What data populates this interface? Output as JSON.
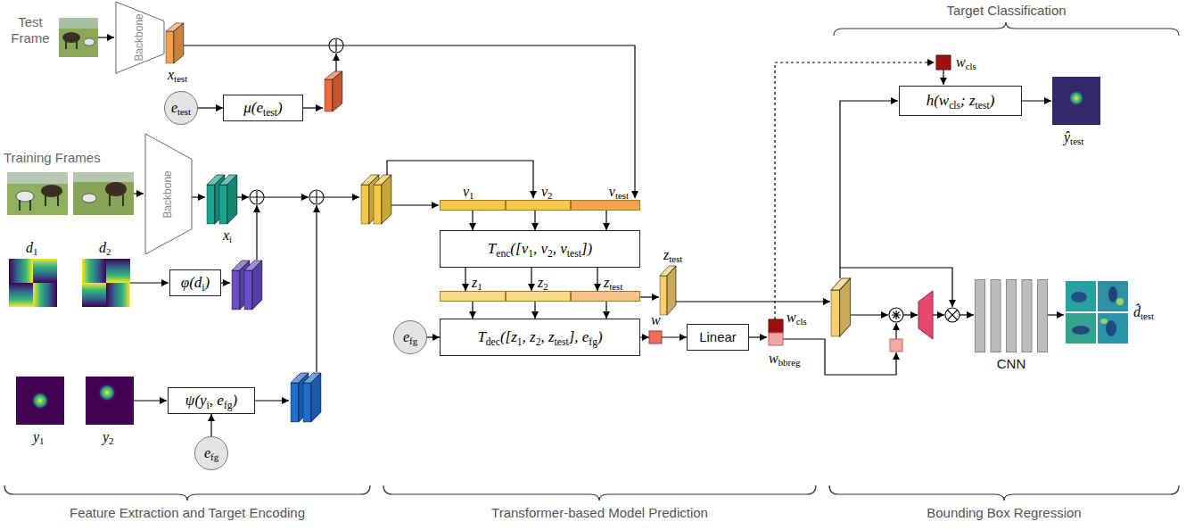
{
  "diagram": {
    "nodes": [
      {
        "text": [
          "Backbone"
        ]
      },
      {
        "text": [
          "Backbone"
        ]
      },
      {
        "text": [
          "etest"
        ]
      },
      {
        "text": [
          "μ(etest)"
        ]
      },
      {
        "text": [
          "φ(di)"
        ]
      },
      {
        "text": [
          "ψ(yi, efg)"
        ]
      },
      {
        "text": [
          "efg"
        ]
      },
      {
        "text": [
          "v1"
        ]
      },
      {
        "text": [
          "v2"
        ]
      },
      {
        "text": [
          "vtest"
        ]
      },
      {
        "text": [
          "Tenc([v1, v2, vtest])"
        ]
      },
      {
        "text": [
          "z1"
        ]
      },
      {
        "text": [
          "z2"
        ]
      },
      {
        "text": [
          "ztest"
        ]
      },
      {
        "text": [
          "efg"
        ]
      },
      {
        "text": [
          "Tdec([z1, z2, ztest], efg)"
        ]
      },
      {
        "text": [
          "Linear"
        ]
      },
      {
        "text": [
          "h(wcls; ztest)"
        ]
      },
      {
        "text": [
          "CNN"
        ]
      }
    ],
    "edges": [
      {
        "from": 2,
        "to": 3,
        "arrow": "to"
      },
      {
        "from": 6,
        "to": 5,
        "arrow": "to"
      },
      {
        "from": 7,
        "to": 10,
        "arrow": "to"
      },
      {
        "from": 8,
        "to": 10,
        "arrow": "to"
      },
      {
        "from": 9,
        "to": 10,
        "arrow": "to"
      },
      {
        "from": 10,
        "to": 11,
        "arrow": "to"
      },
      {
        "from": 10,
        "to": 12,
        "arrow": "to"
      },
      {
        "from": 10,
        "to": 13,
        "arrow": "to"
      },
      {
        "from": 11,
        "to": 15,
        "arrow": "to"
      },
      {
        "from": 12,
        "to": 15,
        "arrow": "to"
      },
      {
        "from": 13,
        "to": 15,
        "arrow": "to"
      },
      {
        "from": 14,
        "to": 15,
        "arrow": "to"
      },
      {
        "from": 15,
        "to": 16,
        "arrow": "to"
      }
    ],
    "labels": [
      "Test Frame",
      "xtest",
      "Training Frames",
      "xi",
      "d1",
      "d2",
      "y1",
      "y2",
      "ztest",
      "w",
      "wcls",
      "wbbreg",
      "wcls",
      "ŷtest",
      "d̂test",
      "Target Classification",
      "Feature Extraction and Target Encoding",
      "Transformer-based Model Prediction",
      "Bounding Box Regression"
    ]
  }
}
